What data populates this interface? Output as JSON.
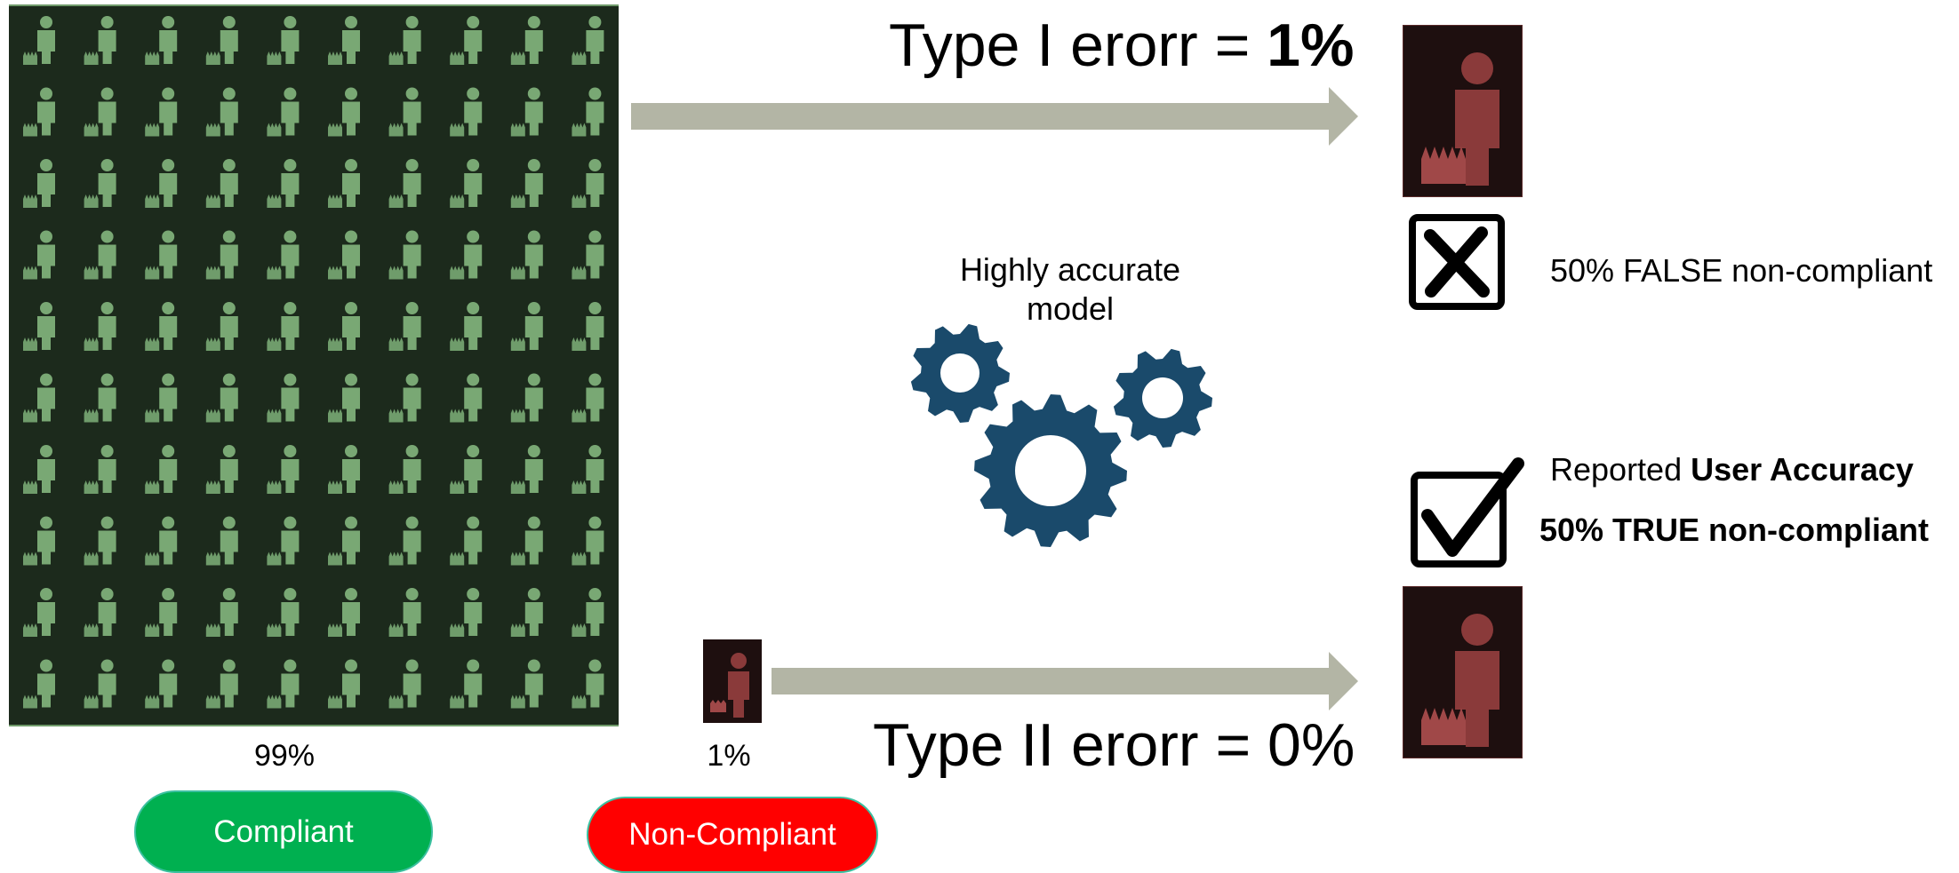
{
  "compliant": {
    "percent": "99%",
    "label": "Compliant",
    "color": "#00b050"
  },
  "noncompliant": {
    "percent": "1%",
    "label": "Non-Compliant",
    "color": "#ff0000"
  },
  "type1": {
    "text": "Type I erorr = ",
    "value": "1%"
  },
  "type2": {
    "text": "Type II erorr = 0%"
  },
  "model": {
    "line1": "Highly accurate",
    "line2": "model"
  },
  "false_result": {
    "text": "50% FALSE non-compliant"
  },
  "true_result": {
    "reported_prefix": "Reported ",
    "reported_bold": "User Accuracy",
    "text": "50% TRUE non-compliant"
  },
  "colors": {
    "arrow": "#b3b5a5",
    "gear": "#1a4a6b",
    "compliant_icon": "#79a874",
    "noncompliant_icon": "#8a3a3a"
  },
  "icons": [
    "person-icon",
    "gear-icon",
    "x-box-icon",
    "check-box-icon",
    "arrow-right-icon"
  ]
}
